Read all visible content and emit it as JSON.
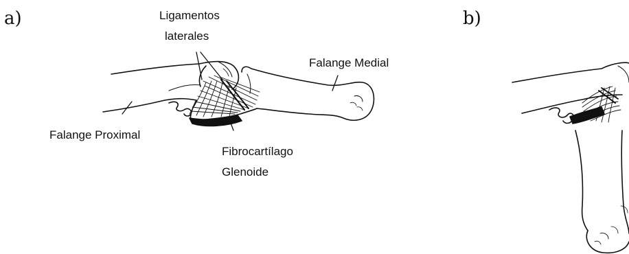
{
  "panels": {
    "a": "a)",
    "b": "b)"
  },
  "labels": {
    "lig_line1": "Ligamentos",
    "lig_line2": "laterales",
    "falange_medial": "Falange Medial",
    "falange_proximal": "Falange Proximal",
    "fibro_line1": "Fibrocartílago",
    "fibro_line2": "Glenoide"
  },
  "colors": {
    "ink": "#111111",
    "background": "#ffffff"
  }
}
